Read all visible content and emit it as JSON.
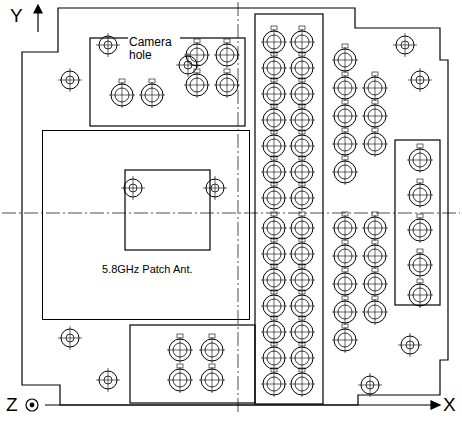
{
  "diagram": {
    "nodes": [
      {
        "text": [
          "5.8GHz Patch Ant."
        ]
      }
    ],
    "labels": [
      "Camera hole",
      "Y",
      "Z",
      "X"
    ]
  }
}
